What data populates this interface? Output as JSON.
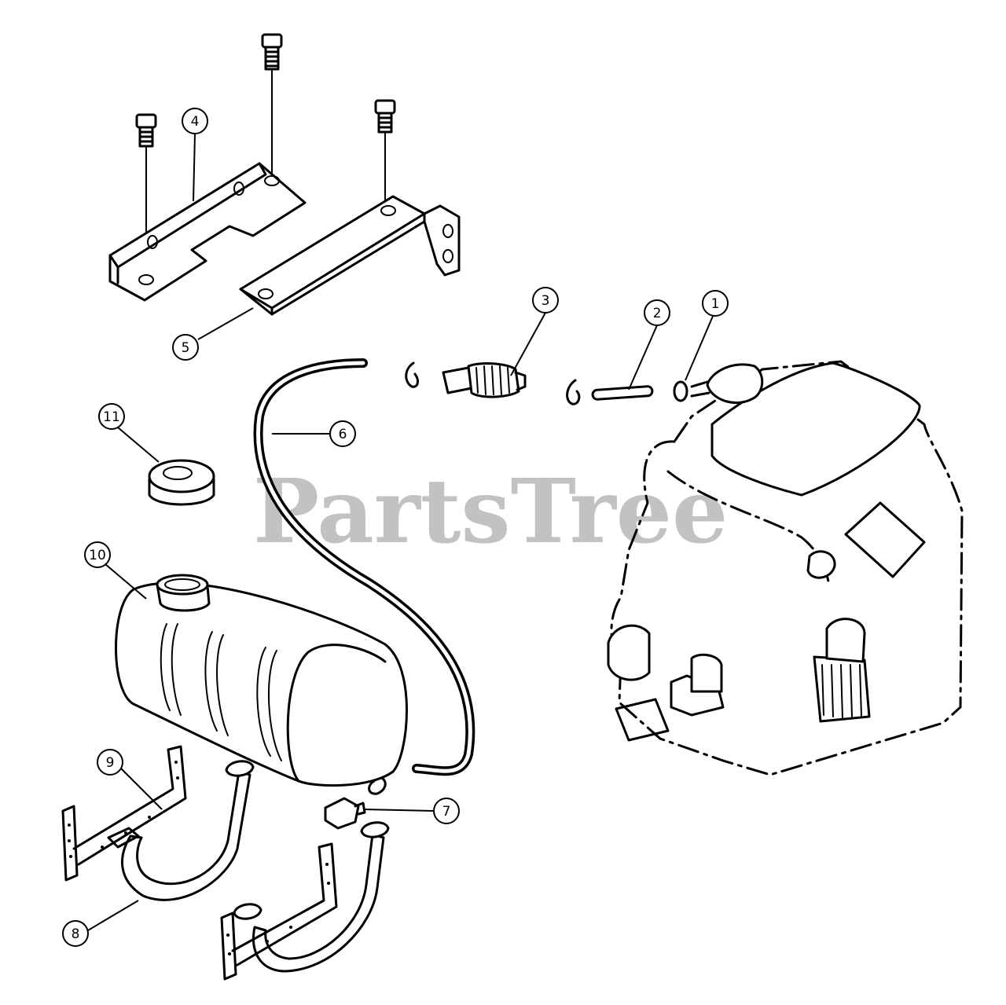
{
  "watermark": "PartsTree",
  "callouts": [
    "1",
    "2",
    "3",
    "4",
    "5",
    "6",
    "7",
    "8",
    "9",
    "10",
    "11"
  ],
  "colors": {
    "line": "#000000",
    "background": "#ffffff",
    "watermark": "#b8b8b8"
  }
}
